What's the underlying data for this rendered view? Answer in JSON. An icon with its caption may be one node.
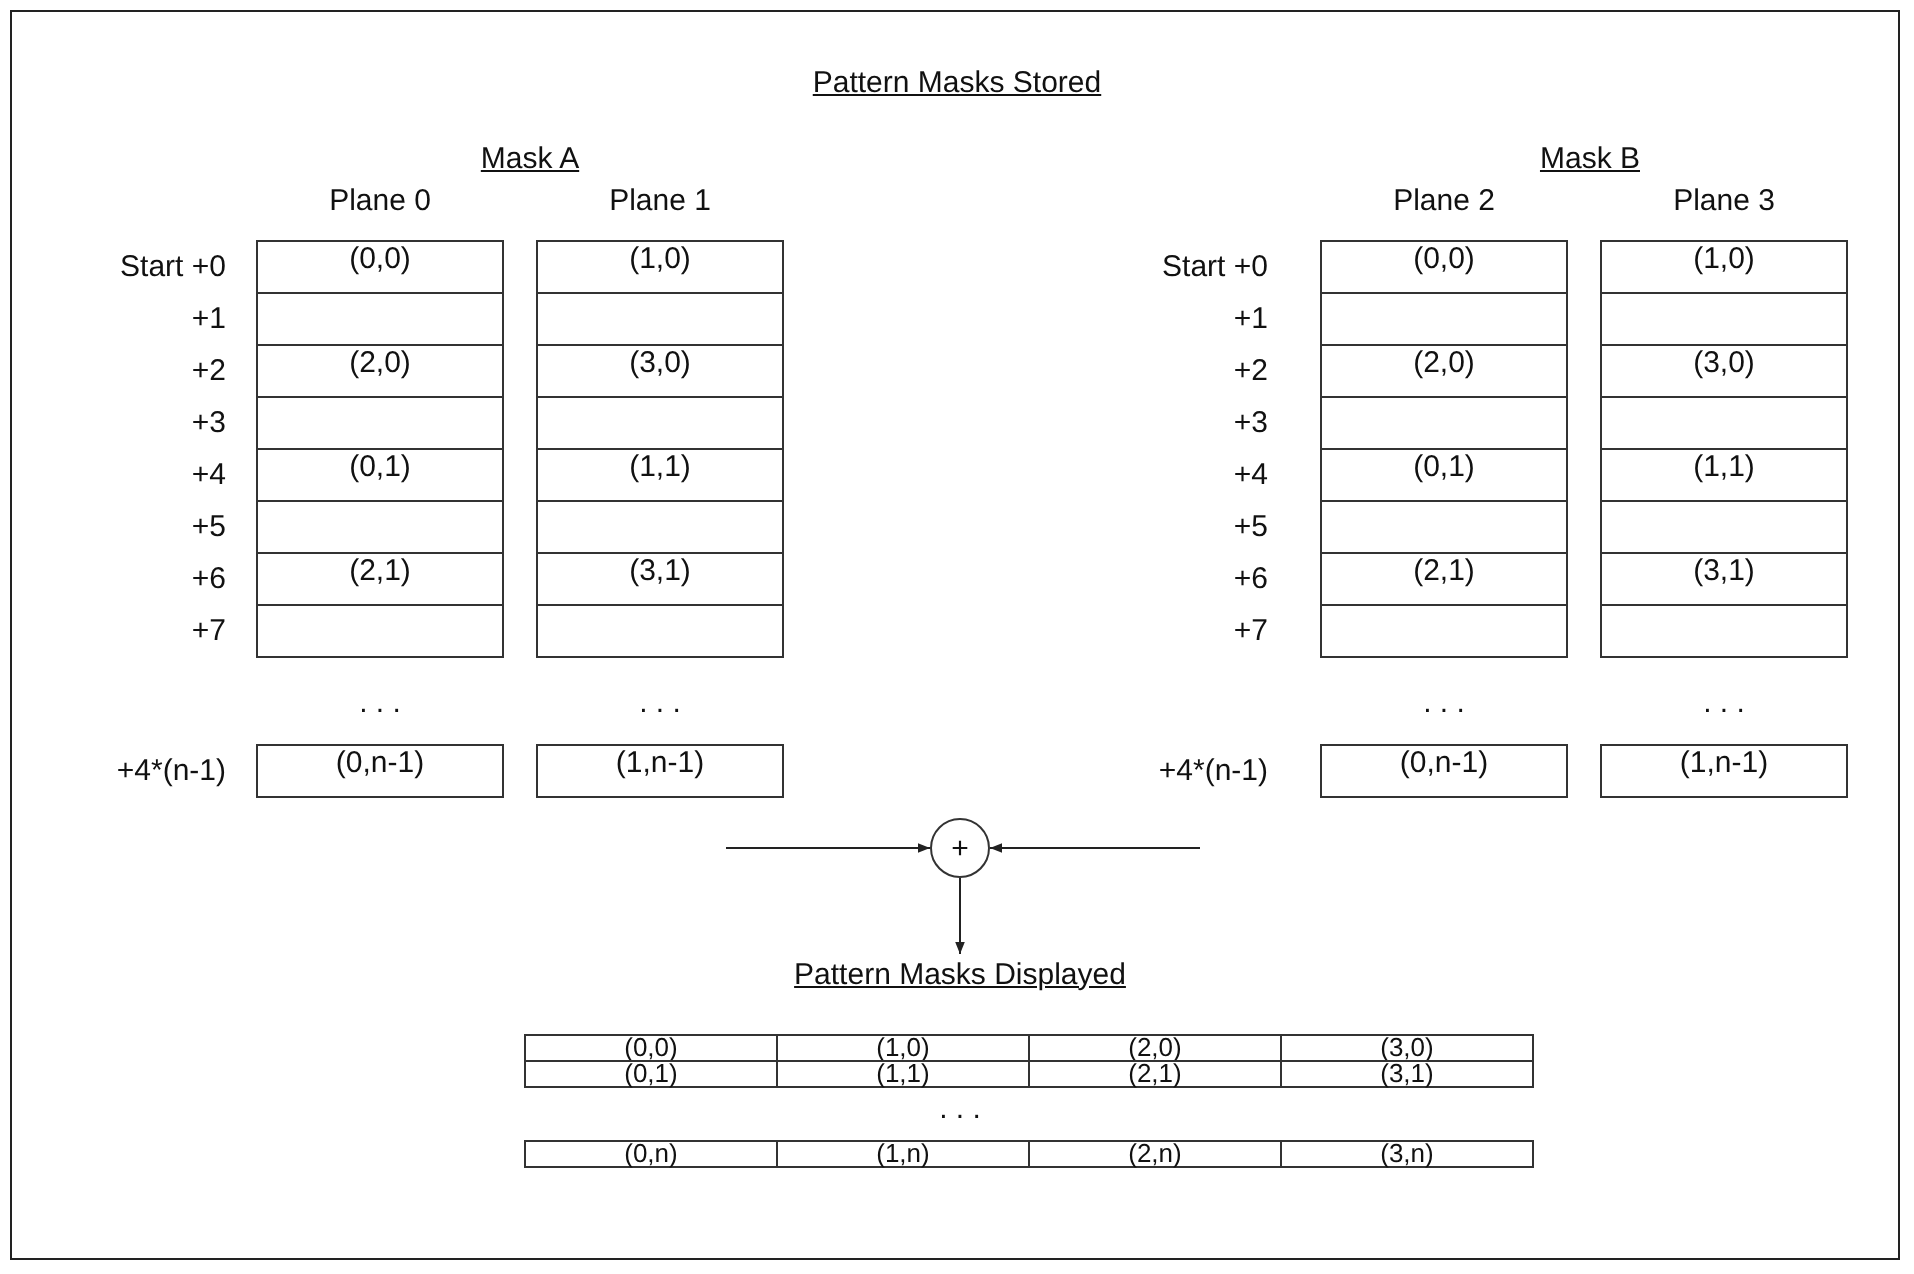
{
  "diagram": {
    "title": "Pattern Masks Stored",
    "nodes": [
      {
        "text": [
          "(0,0)"
        ]
      },
      {
        "text": [
          "(1,0)"
        ]
      },
      {
        "text": [
          "(0,0)"
        ]
      },
      {
        "text": [
          "(1,0)"
        ]
      },
      {
        "text": [],
        "shape": "box"
      },
      {
        "text": [],
        "shape": "box"
      },
      {
        "text": [],
        "shape": "box"
      },
      {
        "text": [],
        "shape": "box"
      },
      {
        "text": [
          "(2,0)"
        ]
      },
      {
        "text": [
          "(3,0)"
        ]
      },
      {
        "text": [
          "(2,0)"
        ]
      },
      {
        "text": [
          "(3,0)"
        ]
      },
      {
        "text": [],
        "shape": "box"
      },
      {
        "text": [],
        "shape": "box"
      },
      {
        "text": [],
        "shape": "box"
      },
      {
        "text": [],
        "shape": "box"
      },
      {
        "text": [
          "(0,1)"
        ]
      },
      {
        "text": [
          "(1,1)"
        ]
      },
      {
        "text": [
          "(0,1)"
        ]
      },
      {
        "text": [
          "(1,1)"
        ]
      },
      {
        "text": [],
        "shape": "box"
      },
      {
        "text": [],
        "shape": "box"
      },
      {
        "text": [],
        "shape": "box"
      },
      {
        "text": [],
        "shape": "box"
      },
      {
        "text": [
          "(2,1)"
        ]
      },
      {
        "text": [
          "(3,1)"
        ]
      },
      {
        "text": [
          "(2,1)"
        ]
      },
      {
        "text": [
          "(3,1)"
        ]
      },
      {
        "text": [],
        "shape": "box"
      },
      {
        "text": [],
        "shape": "box"
      },
      {
        "text": [],
        "shape": "box"
      },
      {
        "text": [],
        "shape": "box"
      },
      {
        "text": [
          "(0,n-1)"
        ]
      },
      {
        "text": [
          "(1,n-1)"
        ]
      },
      {
        "text": [
          "(0,n-1)"
        ]
      },
      {
        "text": [
          "(1,n-1)"
        ]
      },
      {
        "text": [
          "+"
        ]
      },
      {
        "text": [
          "Pattern Masks Displayed"
        ]
      },
      {
        "text": [
          "(0,0)"
        ]
      },
      {
        "text": [
          "(1,0)"
        ]
      },
      {
        "text": [
          "(2,0)"
        ]
      },
      {
        "text": [
          "(3,0)"
        ]
      },
      {
        "text": [
          "(0,1)"
        ]
      },
      {
        "text": [
          "(1,1)"
        ]
      },
      {
        "text": [
          "(2,1)"
        ]
      },
      {
        "text": [
          "(3,1)"
        ]
      },
      {
        "text": [
          "(0,n)"
        ]
      },
      {
        "text": [
          "(1,n)"
        ]
      },
      {
        "text": [
          "(2,n)"
        ]
      },
      {
        "text": [
          "(3,n)"
        ]
      }
    ],
    "edges": [
      {
        "from": null,
        "to": 36,
        "arrow": "to"
      },
      {
        "from": null,
        "to": 36,
        "arrow": "to"
      },
      {
        "from": 36,
        "to": 37,
        "arrow": "to"
      }
    ],
    "labels": [
      "Mask A",
      "Mask B",
      "Plane 0",
      "Plane 1",
      "Plane 2",
      "Plane 3",
      "Start +0",
      "Start +0",
      "+1",
      "+1",
      "+2",
      "+2",
      "+3",
      "+3",
      "+4",
      "+4",
      "+5",
      "+5",
      "+6",
      "+6",
      "+7",
      "+7",
      ". . .",
      ". . .",
      ". . .",
      ". . .",
      "+4*(n-1)",
      "+4*(n-1)",
      ". . ."
    ]
  }
}
